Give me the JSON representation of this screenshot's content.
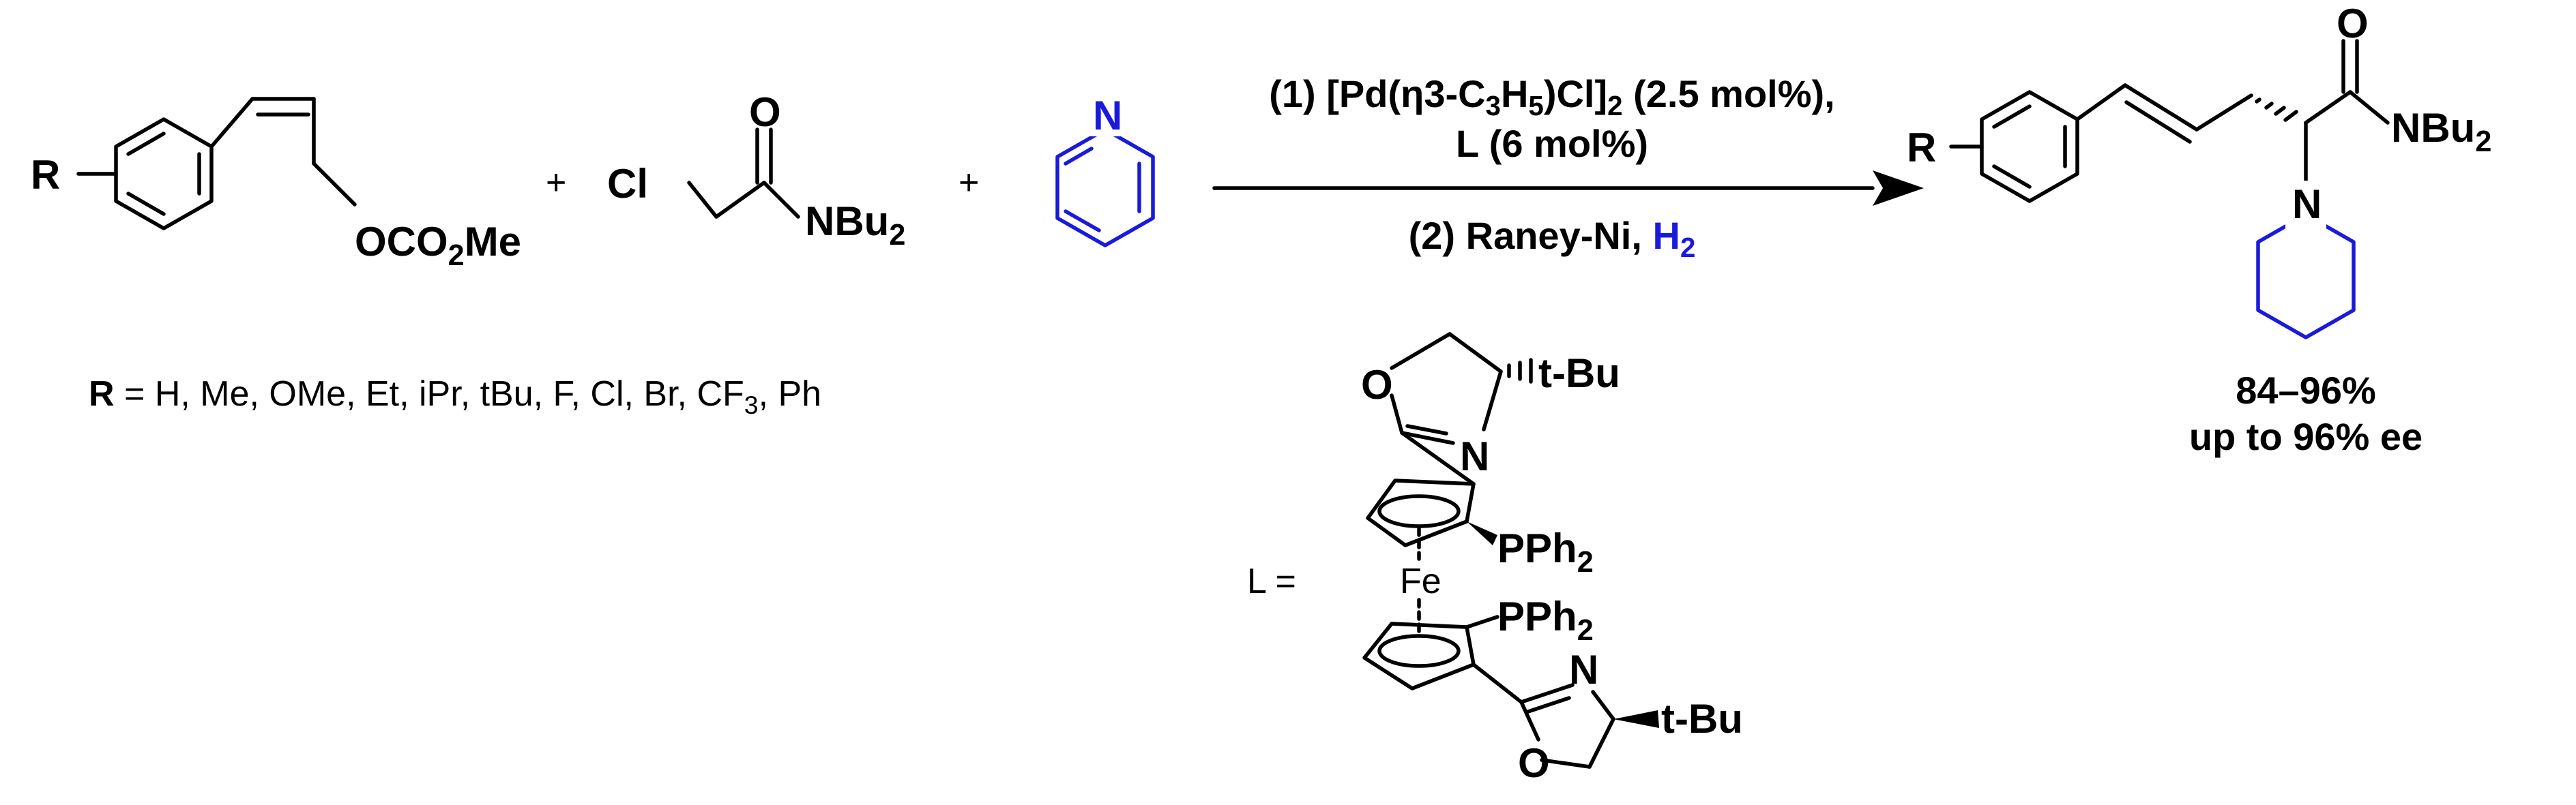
{
  "reactants": {
    "allyl_carbonate": {
      "r_label": "R",
      "leaving_group": "OCO2Me"
    },
    "chloroacetamide": {
      "cl_label": "Cl",
      "o_label": "O",
      "amide_label": "NBu2"
    },
    "pyridine": {
      "n_label": "N"
    }
  },
  "plus_signs": [
    "+",
    "+"
  ],
  "substituents": {
    "r_bold": "R",
    "r_rest": " = H, Me, OMe, Et, iPr, tBu, F, Cl, Br, CF3, Ph"
  },
  "conditions": {
    "line1": "(1) [Pd(η3-C3H5)Cl]2 (2.5 mol%),",
    "line2": "L (6 mol%)",
    "line3_prefix": "(2) Raney-Ni, ",
    "line3_h2": "H2"
  },
  "product": {
    "r_label": "R",
    "o_label": "O",
    "amide_label": "NBu2",
    "n_label": "N",
    "yield": "84–96%",
    "ee": "up to 96% ee"
  },
  "ligand": {
    "label": "L =",
    "metal": "Fe",
    "top_o": "O",
    "top_n": "N",
    "top_tbu": "t-Bu",
    "top_pph2": "PPh2",
    "bottom_pph2": "PPh2",
    "bottom_n": "N",
    "bottom_o": "O",
    "bottom_tbu": "t-Bu"
  },
  "colors": {
    "ink": "#000000",
    "highlight": "#1a1adb"
  }
}
